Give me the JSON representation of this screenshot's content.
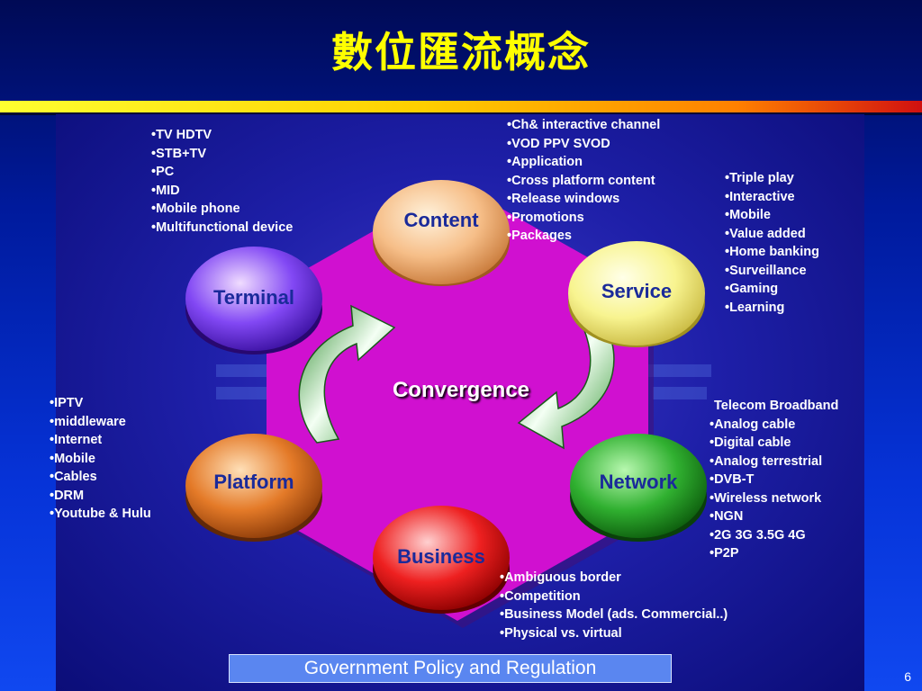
{
  "title": "數位匯流概念",
  "center_label": "Convergence",
  "nodes": {
    "content": "Content",
    "service": "Service",
    "network": "Network",
    "business": "Business",
    "platform": "Platform",
    "terminal": "Terminal"
  },
  "colors": {
    "content": "#f4b47a",
    "service": "#f6f08a",
    "network": "#2aa02a",
    "business": "#e81818",
    "platform": "#e0701c",
    "terminal": "#7a40f0",
    "hexagon": "#d010d0",
    "title": "#ffff00"
  },
  "bullets": {
    "terminal": [
      "TV HDTV",
      "STB+TV",
      "PC",
      "MID",
      "Mobile phone",
      "Multifunctional device"
    ],
    "content": [
      "Ch&  interactive channel",
      "VOD PPV SVOD",
      "Application",
      "Cross platform content",
      "Release windows",
      "Promotions",
      "Packages"
    ],
    "service": [
      "Triple play",
      "Interactive",
      "Mobile",
      "Value added",
      "Home banking",
      "Surveillance",
      "Gaming",
      "Learning"
    ],
    "platform": [
      "IPTV",
      "middleware",
      "Internet",
      "Mobile",
      "Cables",
      "DRM",
      "Youtube & Hulu"
    ],
    "network_heading": "Telecom Broadband",
    "network": [
      "Analog cable",
      "Digital cable",
      "Analog terrestrial",
      "DVB-T",
      "Wireless network",
      "NGN",
      "2G 3G 3.5G 4G",
      "P2P"
    ],
    "business": [
      "Ambiguous border",
      "Competition",
      "Business Model (ads. Commercial..)",
      "Physical vs. virtual"
    ]
  },
  "footer": "Government Policy and Regulation",
  "page_number": "6"
}
